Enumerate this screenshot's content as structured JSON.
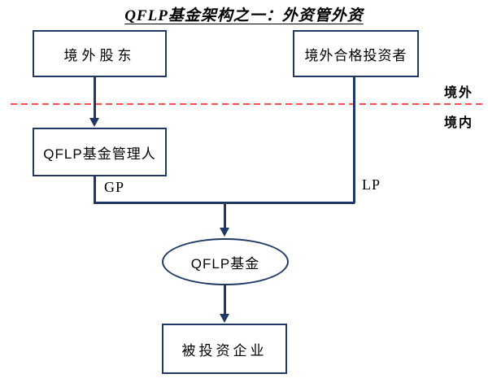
{
  "title": "QFLP基金架构之一：外资管外资",
  "regions": {
    "offshore": "境外",
    "onshore": "境内"
  },
  "nodes": {
    "offshore_shareholder": {
      "label": "境外股东"
    },
    "offshore_investor": {
      "label": "境外合格投资者"
    },
    "fund_manager": {
      "label": "QFLP基金管理人"
    },
    "fund": {
      "label": "QFLP基金"
    },
    "investee": {
      "label": "被投资企业"
    }
  },
  "edges": {
    "gp": "GP",
    "lp": "LP"
  },
  "colors": {
    "node": "#1F3864",
    "divider": "#FF4C4C",
    "text": "#000000"
  }
}
